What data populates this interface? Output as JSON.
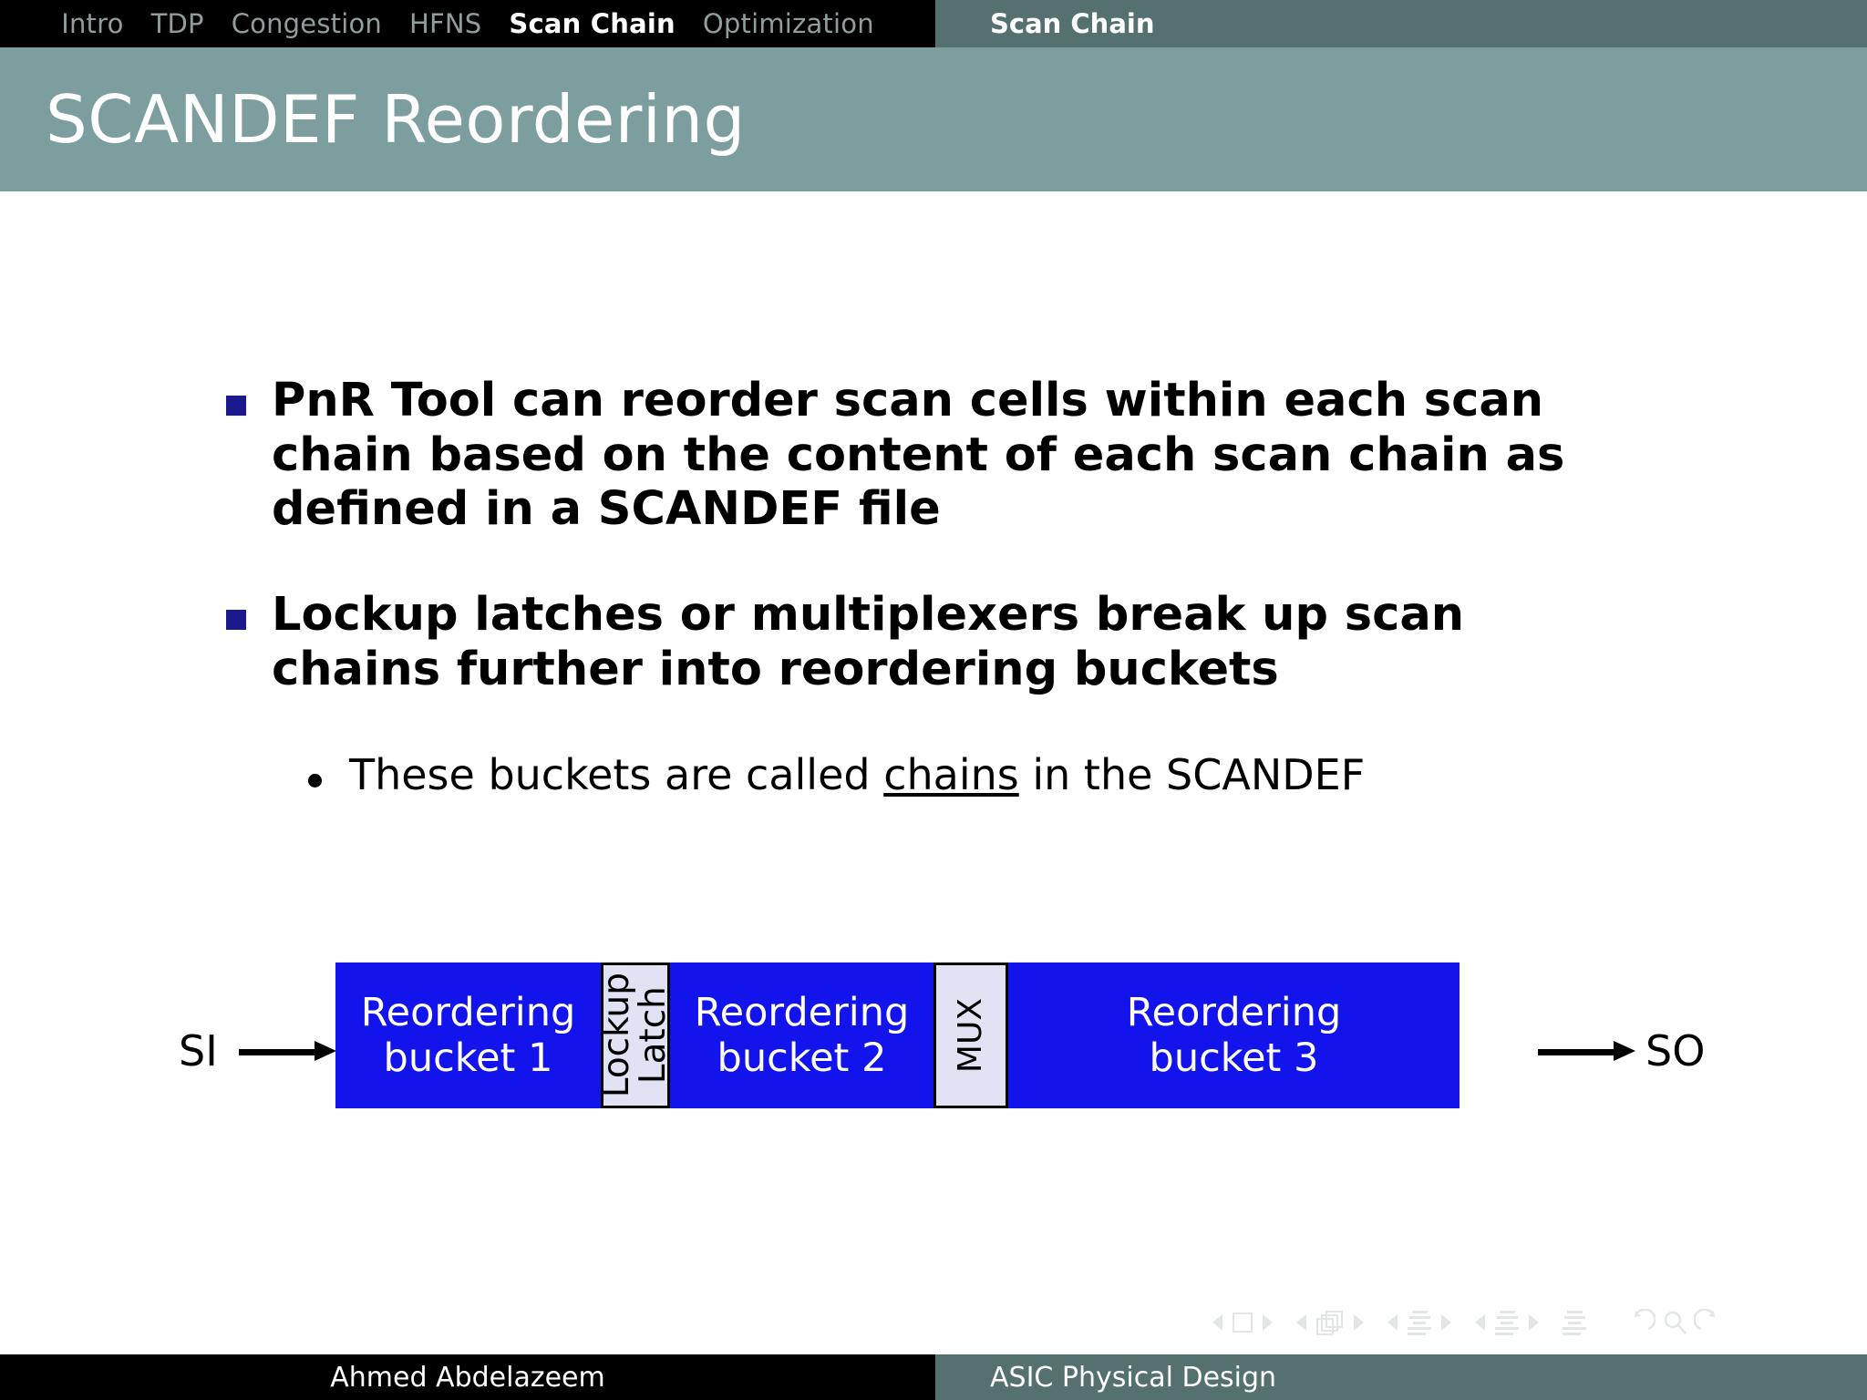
{
  "nav": {
    "sections": [
      {
        "label": "Intro",
        "active": false
      },
      {
        "label": "TDP",
        "active": false
      },
      {
        "label": "Congestion",
        "active": false
      },
      {
        "label": "HFNS",
        "active": false
      },
      {
        "label": "Scan Chain",
        "active": true
      },
      {
        "label": "Optimization",
        "active": false
      }
    ],
    "subsection": "Scan Chain"
  },
  "title": "SCANDEF Reordering",
  "bullets": [
    {
      "marker": "square",
      "text": "PnR Tool can reorder scan cells within each scan chain based on the content of each scan chain as defined in a SCANDEF file"
    },
    {
      "marker": "square",
      "text": "Lockup latches or multiplexers break up scan chains further into reordering buckets"
    }
  ],
  "sub_bullets": [
    {
      "marker": "dot",
      "text_before": "These buckets are called ",
      "emphasis": "chains",
      "text_after": " in the SCANDEF"
    }
  ],
  "diagram": {
    "input_label": "SI",
    "output_label": "SO",
    "elements": [
      {
        "kind": "bucket",
        "line1": "Reordering",
        "line2": "bucket 1"
      },
      {
        "kind": "gate",
        "label": "Lockup Latch",
        "line1": "Lockup",
        "line2": "Latch"
      },
      {
        "kind": "bucket",
        "line1": "Reordering",
        "line2": "bucket 2"
      },
      {
        "kind": "gate",
        "label": "MUX",
        "line1": "MUX",
        "line2": ""
      },
      {
        "kind": "bucket",
        "line1": "Reordering",
        "line2": "bucket 3"
      }
    ]
  },
  "footer": {
    "author": "Ahmed Abdelazeem",
    "talk": "ASIC Physical Design"
  },
  "colors": {
    "title_band": "#7d9e9e",
    "nav_bar": "#000000",
    "nav_subsection": "#54706f",
    "bucket_blue": "#1313ec",
    "gate_fill": "#e2e2f5",
    "bullet_square": "#1a1a8c",
    "nav_inactive_text": "#8f9d9c"
  }
}
